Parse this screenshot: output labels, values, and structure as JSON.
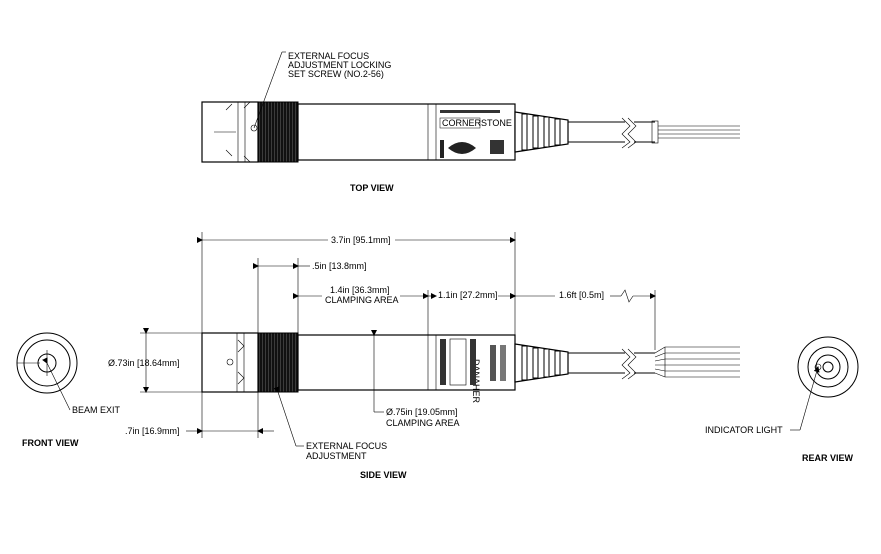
{
  "views": {
    "top": "TOP VIEW",
    "side": "SIDE VIEW",
    "front": "FRONT VIEW",
    "rear": "REAR VIEW"
  },
  "callouts": {
    "locking_screw": [
      "EXTERNAL FOCUS",
      "ADJUSTMENT LOCKING",
      "SET SCREW (NO.2-56)"
    ],
    "focus_adjust": [
      "EXTERNAL FOCUS",
      "ADJUSTMENT"
    ],
    "beam_exit": "BEAM EXIT",
    "indicator_light": "INDICATOR LIGHT"
  },
  "dimensions": {
    "overall_length": "3.7in [95.1mm]",
    "focus_offset": ".5in [13.8mm]",
    "clamp_length": "1.4in [36.3mm]",
    "clamp_length_note": "CLAMPING AREA",
    "rear_length": "1.1in [27.2mm]",
    "cable_length": "1.6ft [0.5m]",
    "front_diameter": "Ø.73in [18.64mm]",
    "clamp_diameter": "Ø.75in [19.05mm]",
    "clamp_diameter_note": "CLAMPING AREA",
    "nose_length": ".7in [16.9mm]"
  },
  "body_text": {
    "brand": "DANAHER",
    "company": "CORNERSTONE"
  }
}
